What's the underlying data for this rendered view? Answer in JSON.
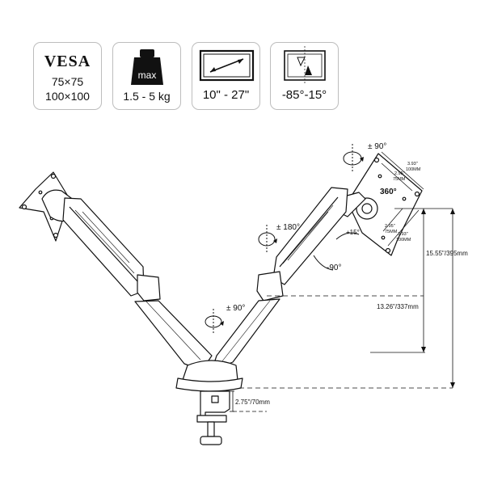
{
  "specs": {
    "vesa": {
      "title": "VESA",
      "line1": "75×75",
      "line2": "100×100"
    },
    "weight": {
      "badge": "max",
      "range": "1.5 - 5 kg"
    },
    "screen": {
      "range": "10\" - 27\""
    },
    "tilt": {
      "range": "-85°-15°"
    }
  },
  "rotations": {
    "top_swivel": "± 90°",
    "mid_swivel": "± 180°",
    "base_swivel": "± 90°",
    "plate_rotate": "360°",
    "tilt_up": "+15°",
    "tilt_down": "-90°"
  },
  "vesa_dims": {
    "top_outer": "3.93\"",
    "top_outer_mm": "100MM",
    "top_inner": "2.95\"",
    "top_inner_mm": "75MM",
    "bot_inner": "2.95\"",
    "bot_inner_mm": "75MM",
    "bot_outer": "3.93\"",
    "bot_outer_mm": "100MM"
  },
  "dimensions": {
    "height_max": "15.55\"/395mm",
    "height_mid": "13.26\"/337mm",
    "clamp": "2.75\"/70mm"
  }
}
